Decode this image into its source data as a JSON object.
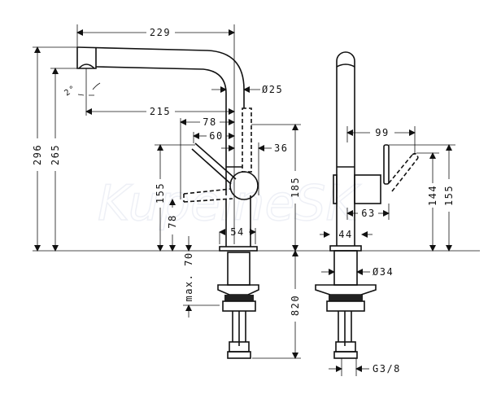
{
  "watermark": "KupelneSK",
  "front_view": {
    "dims": {
      "overall_width": "229",
      "total_height": "296",
      "outlet_height": "265",
      "spray_angle": "2°",
      "reach": "215",
      "spout_diameter": "Ø25",
      "lever_reach_max": "78",
      "lever_reach": "60",
      "hose_offset": "36",
      "lever_height": "155",
      "lever_height_low": "78",
      "max_deck_thickness": "max. 70",
      "base_width": "54",
      "height_185": "185",
      "hose_length": "820"
    }
  },
  "side_view": {
    "dims": {
      "lever_depth": "99",
      "body_depth": "63",
      "base_width": "44",
      "lever_height_low": "144",
      "lever_height": "155",
      "shank_diameter": "Ø34",
      "connection": "G3/8"
    }
  }
}
